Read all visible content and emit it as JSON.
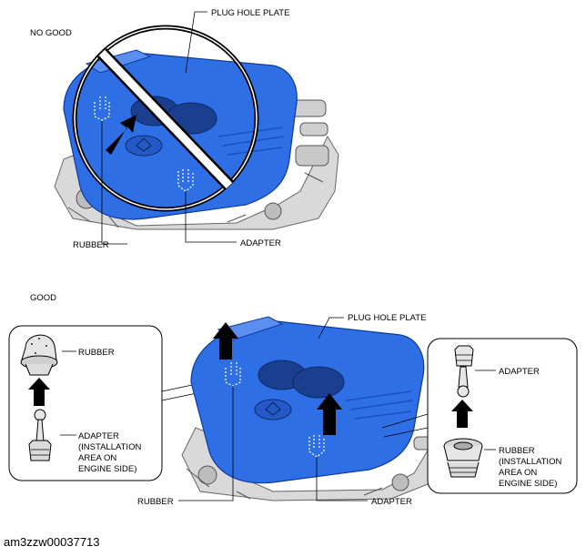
{
  "sections": {
    "bad": "NO GOOD",
    "good": "GOOD"
  },
  "labels": {
    "top_plug_hole_plate": "PLUG HOLE PLATE",
    "top_rubber": "RUBBER",
    "top_adapter": "ADAPTER",
    "bottom_plug_hole_plate": "PLUG HOLE PLATE",
    "bottom_rubber": "RUBBER",
    "bottom_adapter": "ADAPTER",
    "left_callout_rubber": "RUBBER",
    "left_callout_adapter": [
      "ADAPTER",
      "(INSTALLATION",
      "AREA ON",
      "ENGINE SIDE)"
    ],
    "right_callout_adapter": "ADAPTER",
    "right_callout_rubber": [
      "RUBBER",
      "(INSTALLATION",
      "AREA ON",
      "ENGINE SIDE)"
    ]
  },
  "figure_id": "am3zzw00037713",
  "colors": {
    "cover_blue": "#2f6fe6",
    "cover_dark": "#1a4fc0",
    "engine_gray": "#9a9a9a",
    "ink": "#000000"
  }
}
